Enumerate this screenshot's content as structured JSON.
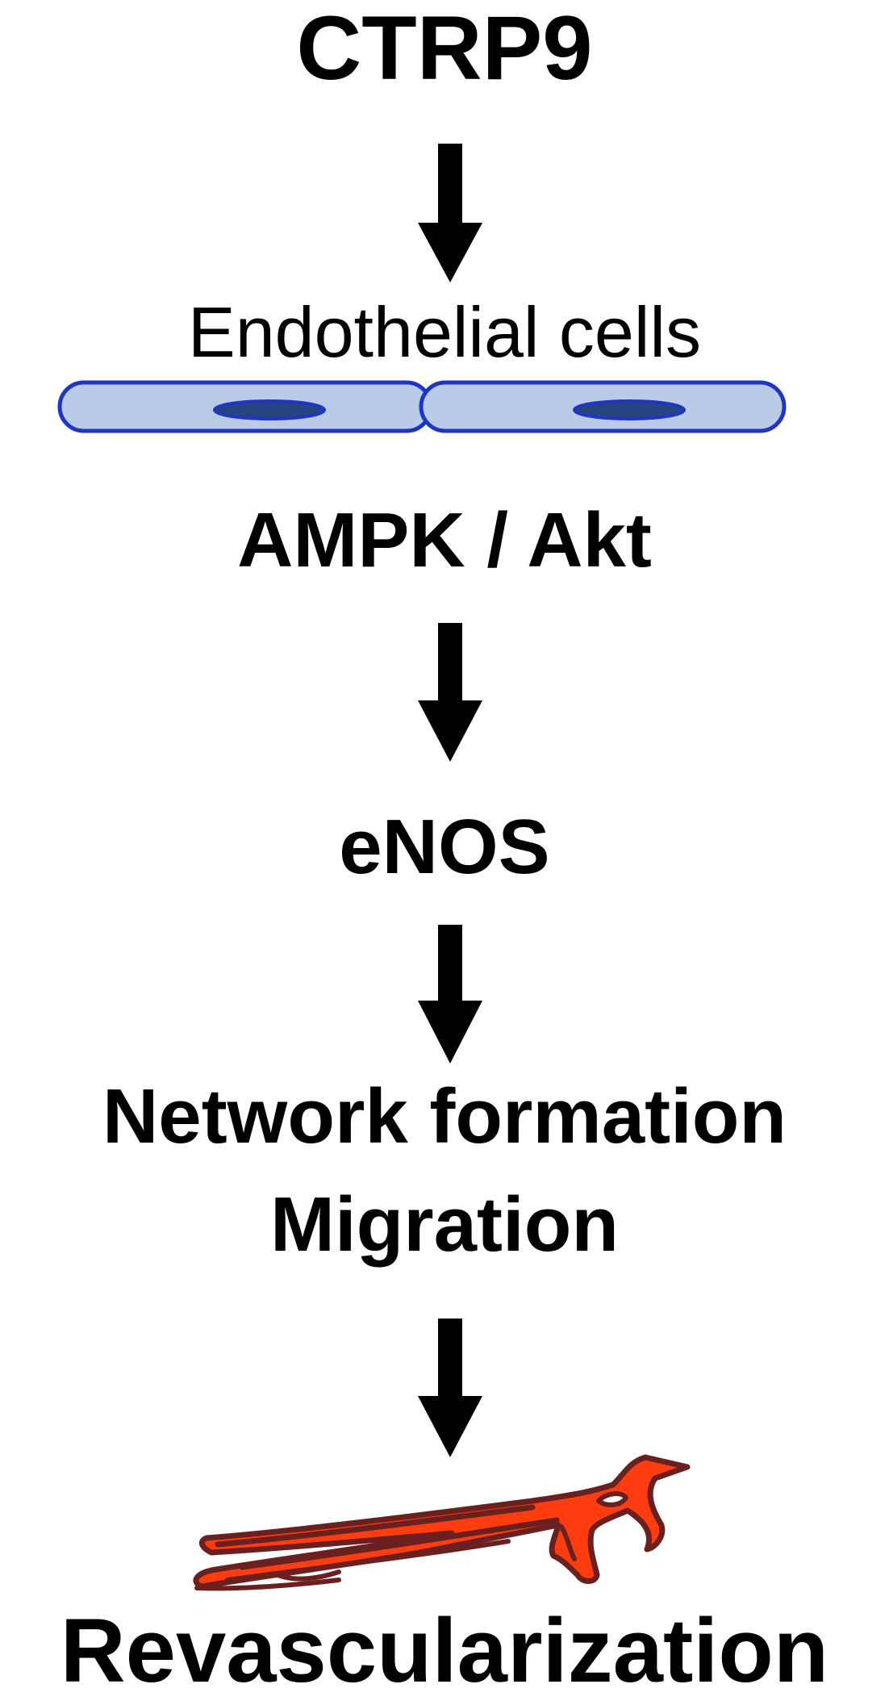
{
  "diagram": {
    "nodes": {
      "ctrp9": "CTRP9",
      "endothelial_cells": "Endothelial cells",
      "ampk_akt": "AMPK / Akt",
      "enos": "eNOS",
      "network_formation": "Network formation",
      "migration": "Migration",
      "revascularization": "Revascularization"
    },
    "colors": {
      "arrow": "#000000",
      "cell_fill": "#b9cbe6",
      "cell_border": "#1f35c4",
      "nucleus_fill": "#26447f",
      "vessel_outline": "#6b2020",
      "vessel_fill": "#ff3d10"
    }
  }
}
